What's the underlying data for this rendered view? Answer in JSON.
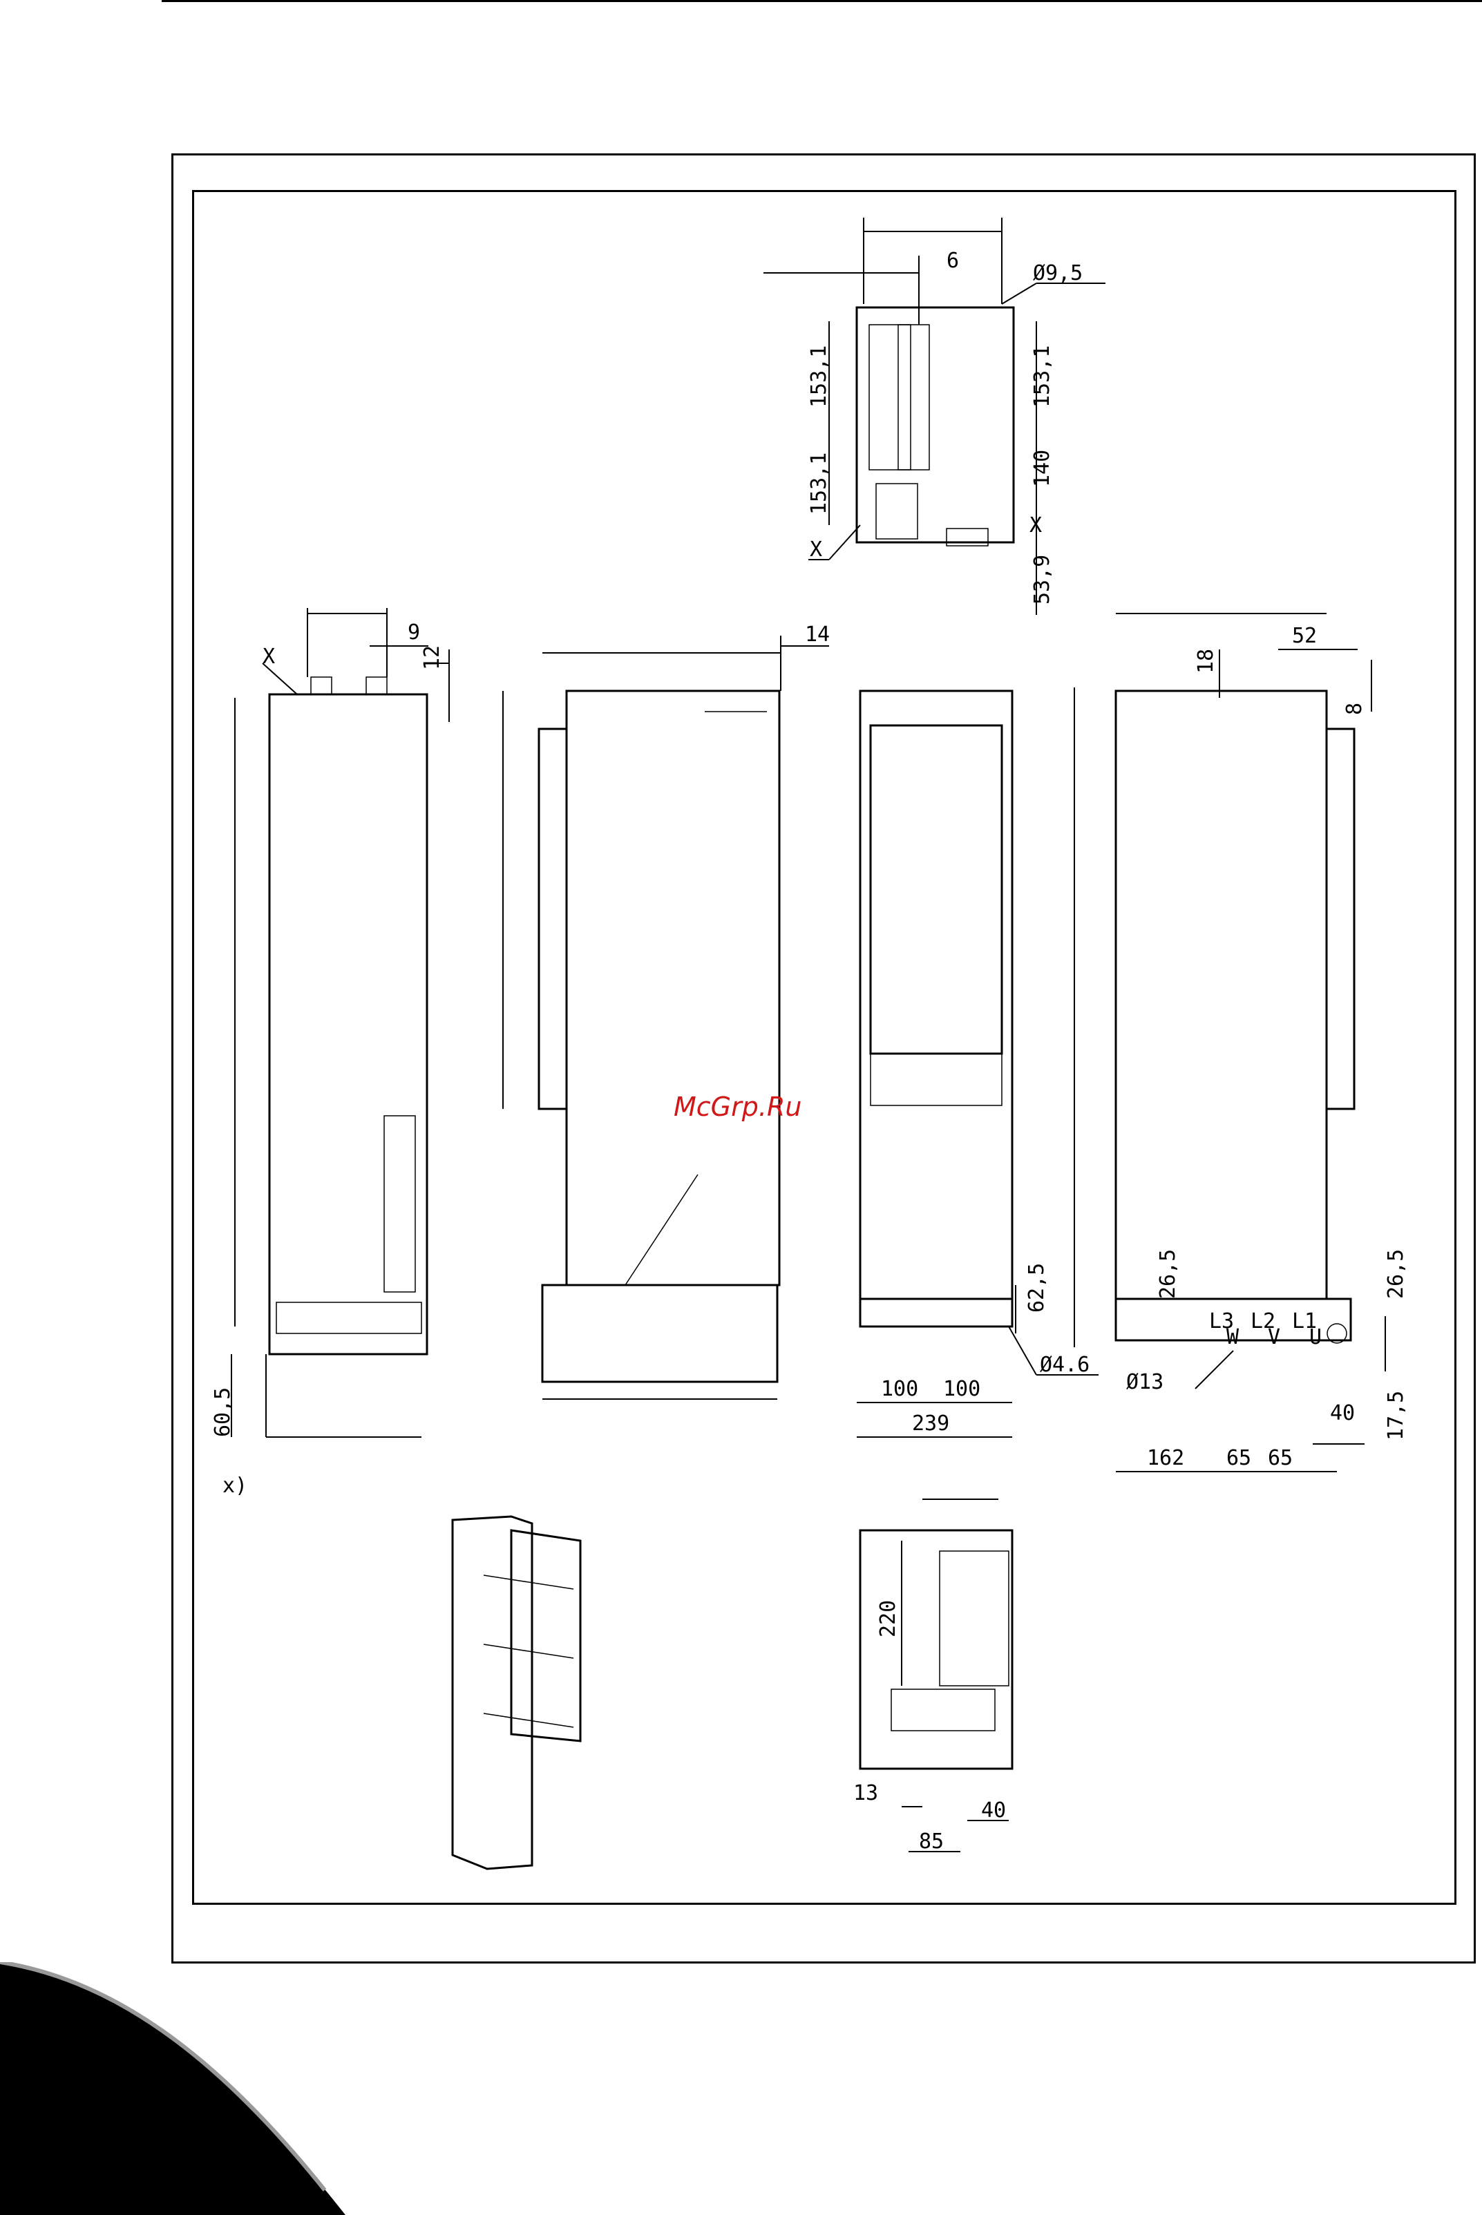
{
  "watermark": "McGrp.Ru",
  "footnote": "x)",
  "dimensions": {
    "top_view": [
      "6",
      "Ø9,5",
      "153,1",
      "153,1",
      "153,1",
      "140",
      "53,9",
      "X",
      "X"
    ],
    "side_view": [
      "9",
      "12",
      "X",
      "60,5"
    ],
    "left_view": [
      "14"
    ],
    "front_view": [
      "62,5",
      "Ø4.6",
      "100",
      "100",
      "239"
    ],
    "right_view": [
      "18",
      "52",
      "8",
      "26,5",
      "26,5",
      "Ø13",
      "17,5",
      "40",
      "162",
      "65",
      "65"
    ],
    "terminal_labels": [
      "L3",
      "L2",
      "L1",
      "W",
      "V",
      "U"
    ],
    "bottom_view": [
      "220",
      "13",
      "40",
      "85"
    ]
  },
  "colors": {
    "line": "#000000",
    "watermark": "#d01818",
    "background": "#ffffff"
  }
}
